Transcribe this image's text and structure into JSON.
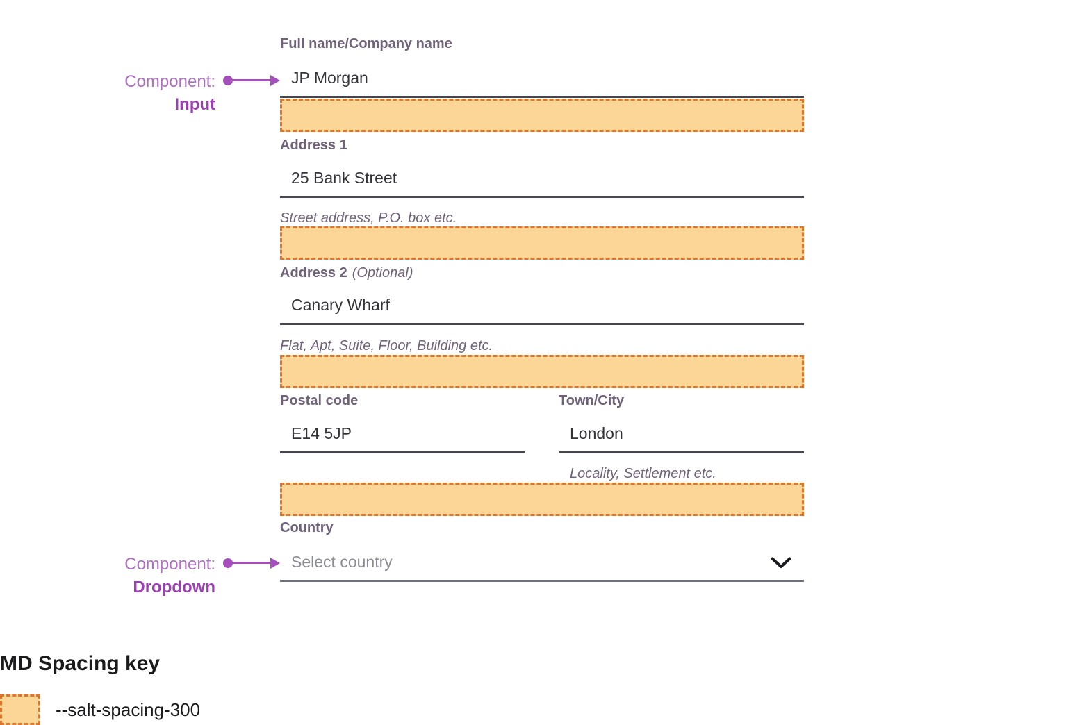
{
  "form": {
    "full_name": {
      "label": "Full name/Company name",
      "value": "JP Morgan"
    },
    "address1": {
      "label": "Address 1",
      "value": "25 Bank Street",
      "helper": "Street address, P.O. box etc."
    },
    "address2": {
      "label": "Address 2",
      "label_suffix": "(Optional)",
      "value": "Canary Wharf",
      "helper": "Flat, Apt, Suite, Floor, Building etc."
    },
    "postal_code": {
      "label": "Postal code",
      "value": "E14 5JP"
    },
    "town_city": {
      "label": "Town/City",
      "value": "London",
      "helper": "Locality, Settlement etc."
    },
    "country": {
      "label": "Country",
      "placeholder": "Select country"
    }
  },
  "annotations": {
    "input": {
      "prefix": "Component:",
      "component": "Input"
    },
    "dropdown": {
      "prefix": "Component:",
      "component": "Dropdown"
    }
  },
  "spacing_key": {
    "title": "MD Spacing key",
    "token": "--salt-spacing-300"
  },
  "icons": {
    "dropdown_chevron": "chevron-down"
  },
  "colors": {
    "label_text": "#70627A",
    "helper_text": "#71637B",
    "input_text": "#33333A",
    "input_border": "#47484F",
    "dropdown_border": "#6E707D",
    "placeholder_text": "#8A8C94",
    "chevron": "#1D1D21",
    "spacing_fill": "#FCD696",
    "spacing_border": "#DD762C",
    "annotation_light_purple": "#B06FC2",
    "annotation_strong_purple": "#9C3FB5",
    "annotation_arrow": "#A44FBC",
    "key_text": "#1A1A1C"
  }
}
